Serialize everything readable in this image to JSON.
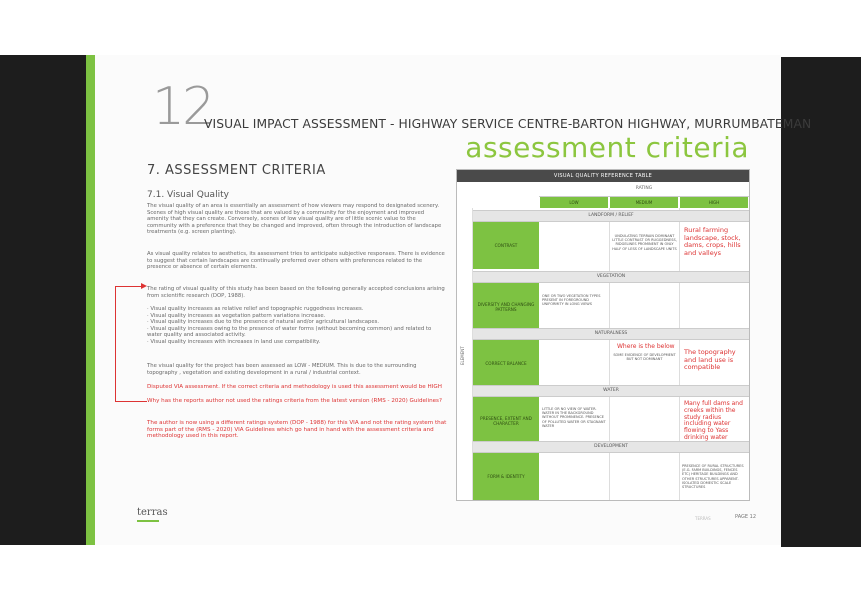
{
  "header": {
    "number": "12",
    "title": "VISUAL IMPACT ASSESSMENT - HIGHWAY SERVICE CENTRE-BARTON HIGHWAY, MURRUMBATEMAN",
    "subtitle": "assessment criteria"
  },
  "section": {
    "title": "7.     ASSESSMENT CRITERIA",
    "subsection": "7.1.      Visual Quality",
    "p1": "The visual quality of an area is essentially an assessment of how viewers may respond to designated scenery. Scenes of high visual quality are those that are valued by a community for the enjoyment and improved amenity that they can create. Conversely, scenes of low visual quality are of little scenic value to the community with a preference that they be changed and improved, often through the introduction of landscape treatments (e.g. screen planting).",
    "p2": "As visual quality relates to aesthetics, its assessment tries to anticipate subjective responses. There is evidence to suggest that certain landscapes are continually preferred over others with preferences related to the presence or absence of certain elements.",
    "p3": "The rating of visual quality of this study has been based on the following generally accepted conclusions arising from scientific research (DOP, 1988).",
    "bullets": [
      "· Visual quality increases as relative relief and topographic ruggedness increases.",
      "· Visual quality increases as vegetation pattern variations increase.",
      "· Visual quality increases due to the presence of natural and/or agricultural landscapes.",
      "· Visual quality increases owing to the presence of water forms (without becoming common) and related to water quality and associated activity.",
      "· Visual quality increases with increases in land use compatibility."
    ],
    "p4": "The visual quality for the project has been assessed as LOW - MEDIUM. This is due to the surrounding topography , vegetation and existing development in a rural / industrial context."
  },
  "annotations": {
    "disputed": "Disputed VIA assessment. If the correct criteria and methodology is used this assessment would be HIGH",
    "why": "Why has the reports author not used the ratings criteria from the latest version (RMS - 2020) Guidelines?",
    "author": "The author is now using a different ratings system (DOP - 1988) for this VIA and not the rating system that forms part of the (RMS - 2020) VIA Guidelines which go hand in hand with the assessment criteria and methodology used in this report."
  },
  "table": {
    "title": "VISUAL QUALITY REFERENCE TABLE",
    "rating_label": "RATING",
    "ratings": [
      "LOW",
      "MEDIUM",
      "HIGH"
    ],
    "element_label": "ELEMENT",
    "bands": [
      "LANDFORM / RELIEF",
      "VEGETATION",
      "NATURALNESS",
      "WATER",
      "DEVELOPMENT"
    ],
    "rows": [
      {
        "label": "CONTRAST",
        "low": "",
        "medium": "UNDULATING TERRAIN DOMINANT LITTLE CONTRAST OR RUGGEDNESS, RIDGELINES PROMINENT IN ONLY HALF OF LESS OF LANDSCAPE UNITS",
        "high": "Rural farming landscape, stock, dams, crops, hills and valleys"
      },
      {
        "label": "DIVERSITY AND CHANGING PATTERNS",
        "low": "ONE OR TWO VEGETATION TYPES PRESENT IN FOREGROUND UNIFORMITY IN LONG VIEWS",
        "medium": "",
        "high": ""
      },
      {
        "label": "CORRECT BALANCE",
        "low": "",
        "medium_red": "Where is the below",
        "medium": "SOME EVIDENCE OF DEVELOPMENT BUT NOT DOMINANT",
        "high": "The topography and land use is compatible"
      },
      {
        "label": "PRESENCE, EXTENT AND CHARACTER",
        "low": "LITTLE OR NO VIEW OF WATER. WATER IN THE BACKGROUND WITHOUT PROMINENCE. PRESENCE OF POLLUTED WATER OR STAGNANT WATER",
        "medium": "",
        "high": "Many full dams and creeks within the study radius including water flowing to Yass drinking water"
      },
      {
        "label": "FORM & IDENTITY",
        "low": "",
        "medium": "",
        "high": "PRESENCE OF RURAL STRUCTURES (E.G. FARM BUILDINGS, FENCES ETC) HERITAGE BUILDINGS AND OTHER STRUCTURES APPARENT. ISOLATED DOMESTIC SCALE STRUCTURES"
      }
    ]
  },
  "footer": {
    "logo": "terras",
    "small": "TERRAS",
    "page": "PAGE 12"
  }
}
